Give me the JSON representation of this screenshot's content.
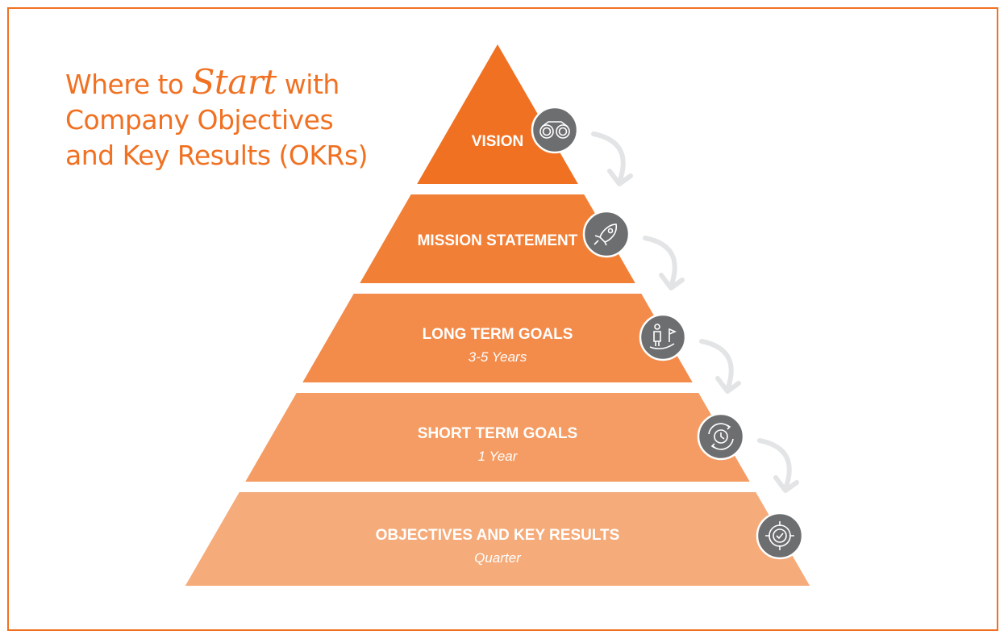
{
  "title": {
    "line1_pre": "Where to",
    "line1_script": "Start",
    "line1_post": "with",
    "line2": "Company Objectives",
    "line3": "and Key Results (OKRs)"
  },
  "colors": {
    "accent": "#f07122",
    "icon_bg": "#6d6e70",
    "arrow": "#e3e4e5"
  },
  "levels": [
    {
      "label": "VISION",
      "sub": "",
      "icon": "binoculars-icon",
      "color": "#f07122"
    },
    {
      "label": "MISSION STATEMENT",
      "sub": "",
      "icon": "rocket-icon",
      "color": "#f27f36"
    },
    {
      "label": "LONG TERM GOALS",
      "sub": "3-5 Years",
      "icon": "person-flag-icon",
      "color": "#f38b4b"
    },
    {
      "label": "SHORT TERM GOALS",
      "sub": "1 Year",
      "icon": "clock-cycle-icon",
      "color": "#f49c63"
    },
    {
      "label": "OBJECTIVES AND KEY RESULTS",
      "sub": "Quarter",
      "icon": "target-check-icon",
      "color": "#f5ab7a"
    }
  ]
}
